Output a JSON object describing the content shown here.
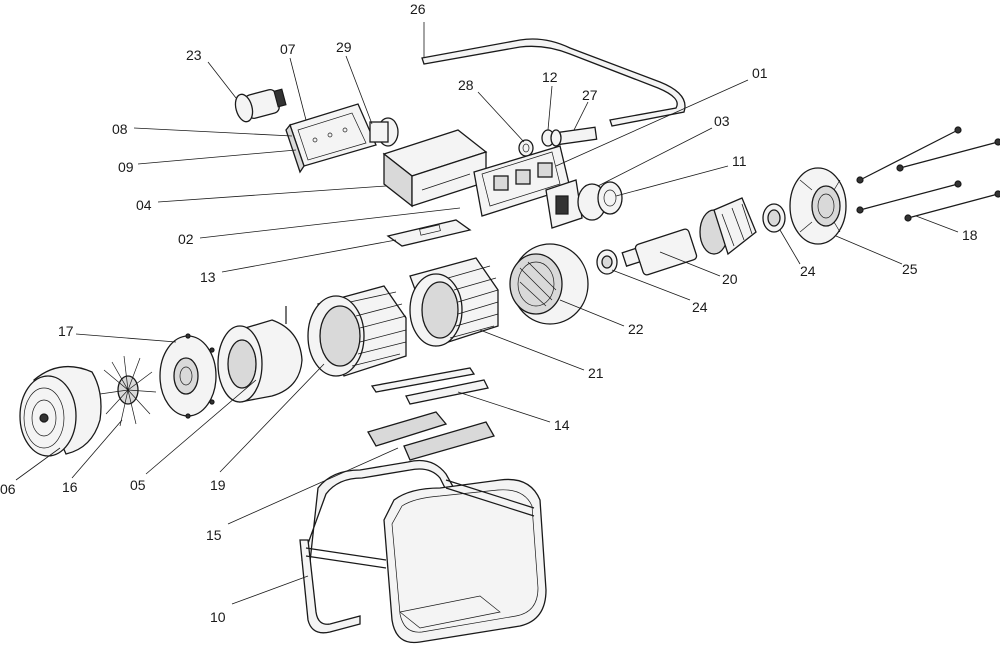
{
  "labels": {
    "p01": "01",
    "p02": "02",
    "p03": "03",
    "p04": "04",
    "p05": "05",
    "p06": "06",
    "p07": "07",
    "p08": "08",
    "p09": "09",
    "p10": "10",
    "p11": "11",
    "p12": "12",
    "p13": "13",
    "p14": "14",
    "p15": "15",
    "p16": "16",
    "p17": "17",
    "p18": "18",
    "p19": "19",
    "p20": "20",
    "p21": "21",
    "p22": "22",
    "p23": "23",
    "p24a": "24",
    "p24b": "24",
    "p25": "25",
    "p26": "26",
    "p27": "27",
    "p28": "28",
    "p29": "29"
  }
}
